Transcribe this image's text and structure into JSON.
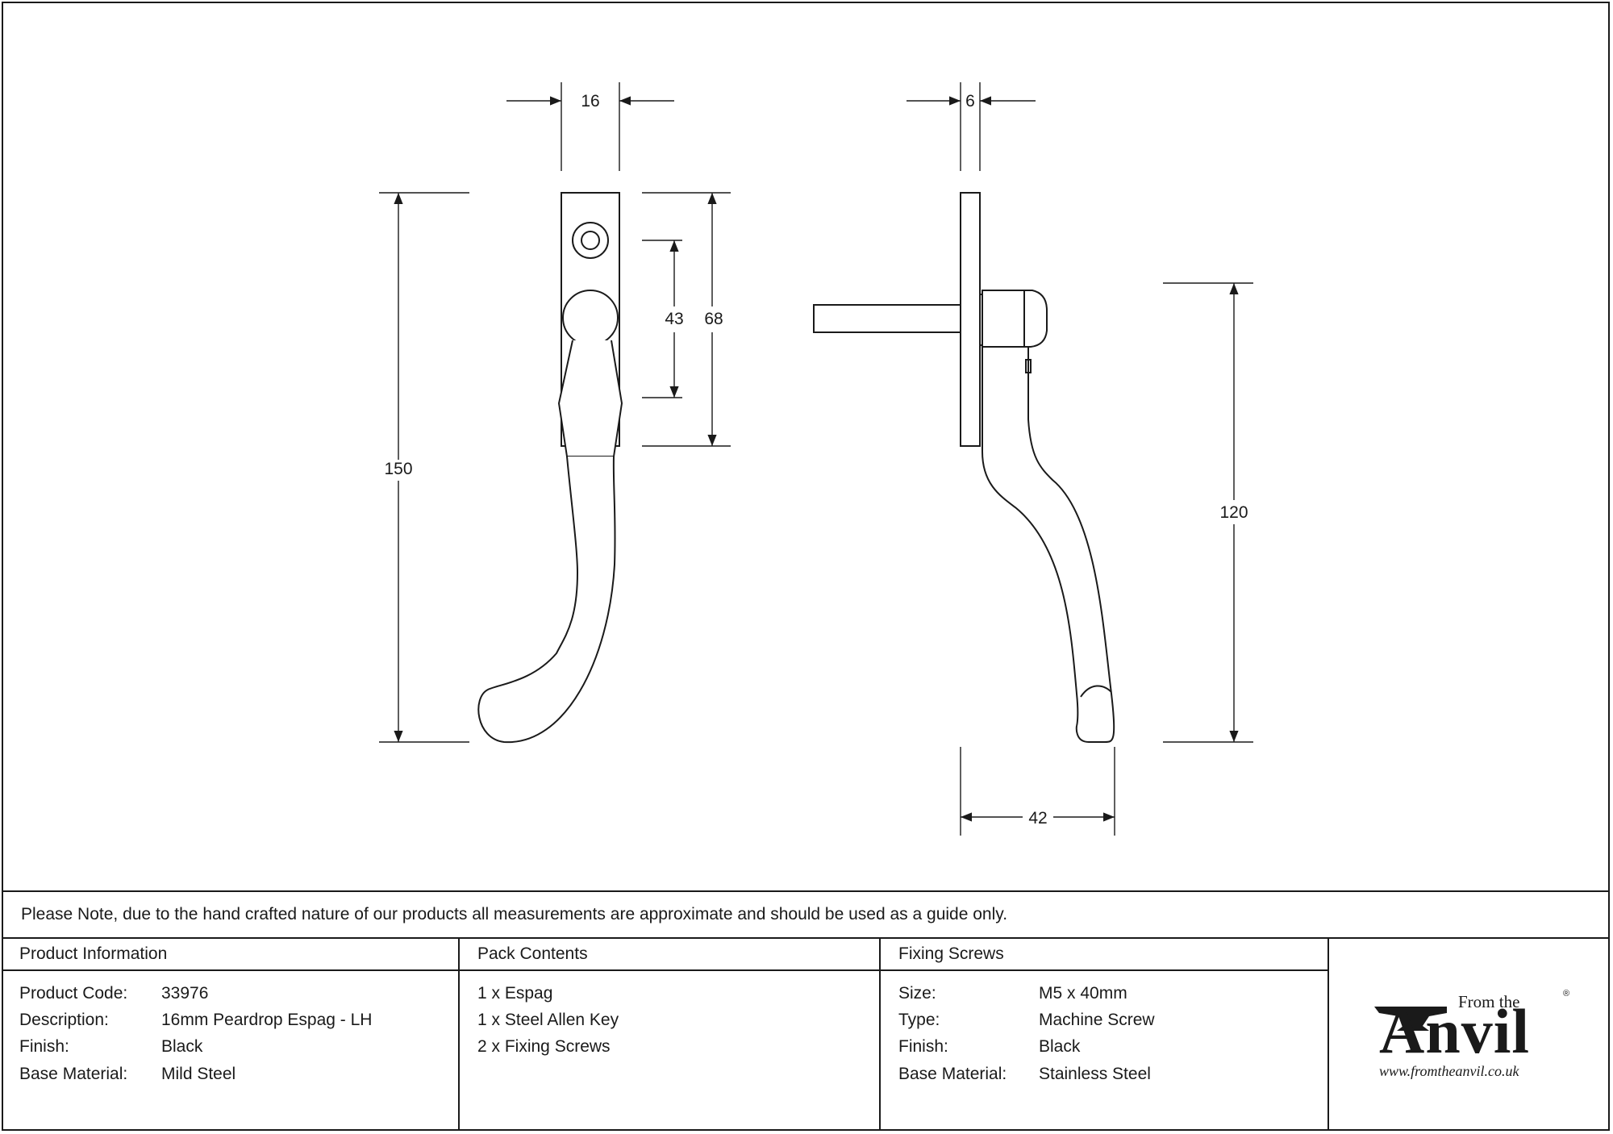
{
  "dimensions": {
    "front_width": "16",
    "side_width": "6",
    "front_height": "150",
    "screw_spacing": "43",
    "plate_height": "68",
    "side_height": "120",
    "side_projection": "42"
  },
  "note": "Please Note, due to the hand crafted nature of our products all measurements are approximate and should be used as a guide only.",
  "product_information": {
    "heading": "Product Information",
    "rows": [
      {
        "label": "Product Code:",
        "value": "33976"
      },
      {
        "label": "Description:",
        "value": "16mm Peardrop Espag - LH"
      },
      {
        "label": "Finish:",
        "value": "Black"
      },
      {
        "label": "Base Material:",
        "value": "Mild Steel"
      }
    ]
  },
  "pack_contents": {
    "heading": "Pack Contents",
    "items": [
      "1 x Espag",
      "1 x Steel Allen Key",
      "2 x Fixing Screws"
    ]
  },
  "fixing_screws": {
    "heading": "Fixing Screws",
    "rows": [
      {
        "label": "Size:",
        "value": "M5 x 40mm"
      },
      {
        "label": "Type:",
        "value": "Machine Screw"
      },
      {
        "label": "Finish:",
        "value": "Black"
      },
      {
        "label": "Base Material:",
        "value": "Stainless Steel"
      }
    ]
  },
  "logo": {
    "from_the": "From the",
    "brand": "Anvil",
    "registered": "®",
    "url": "www.fromtheanvil.co.uk"
  }
}
